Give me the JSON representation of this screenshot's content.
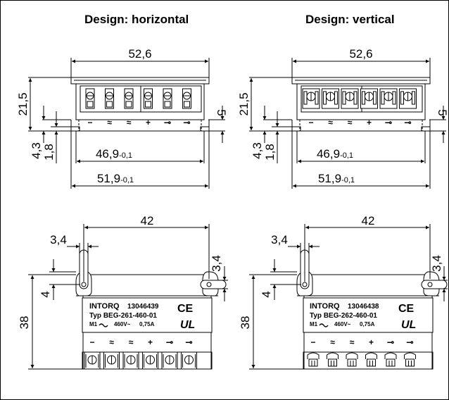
{
  "headers": {
    "left": "Design: horizontal",
    "right": "Design: vertical"
  },
  "top_dimensions": {
    "overall_width": "52,6",
    "height": "21,5",
    "terminal_offset": "5",
    "foot_height": "4,3",
    "foot_thickness": "1,8",
    "inner_width": "46,9",
    "inner_width_tol": "-0,1",
    "base_width": "51,9",
    "base_width_tol": "-0,1"
  },
  "bottom_dimensions": {
    "hole_spacing": "42",
    "hole_diameter_left": "3,4",
    "hole_diameter_right": "3,4",
    "hole_offset": "4",
    "body_height": "38"
  },
  "terminal_symbols": [
    "−",
    "≈",
    "≈",
    "+",
    "⊸",
    "⊸"
  ],
  "labels": {
    "left": {
      "brand": "INTORQ",
      "serial": "13046439",
      "type": "Typ BEG-261-460-01",
      "m1": "M1",
      "voltage": "460V~",
      "current": "0,75A",
      "ce": "CE"
    },
    "right": {
      "brand": "INTORQ",
      "serial": "13046438",
      "type": "Typ BEG-262-460-01",
      "m1": "M1",
      "voltage": "460V~",
      "current": "0,75A",
      "ce": "CE"
    }
  },
  "ul_mark": "UL"
}
